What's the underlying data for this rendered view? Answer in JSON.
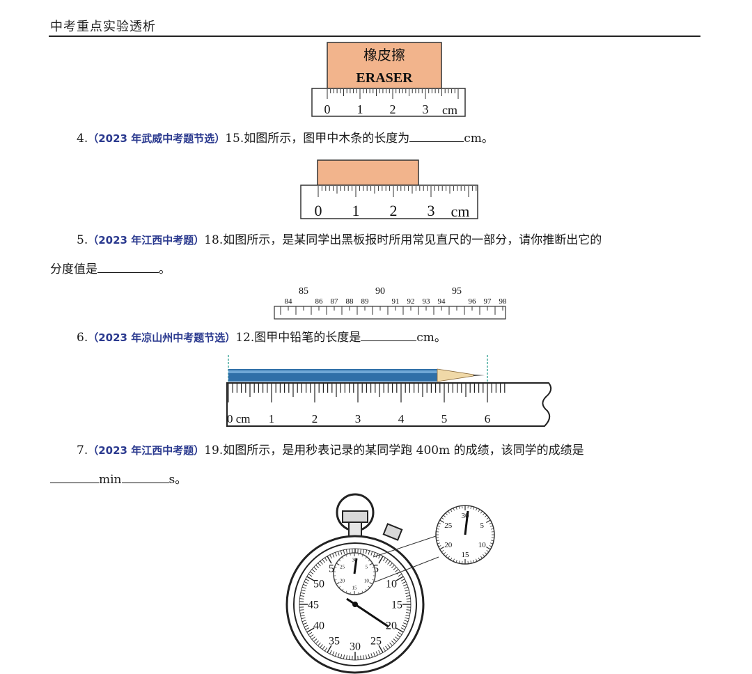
{
  "header": {
    "title": "中考重点实验透析"
  },
  "fig_eraser": {
    "label_cn": "橡皮擦",
    "label_en": "ERASER",
    "ruler_labels": [
      "0",
      "1",
      "2",
      "3"
    ],
    "unit": "cm"
  },
  "q4": {
    "number": "4.",
    "source": "（2023 年武威中考题节选）",
    "text_before": "15.如图所示，图甲中木条的长度为",
    "text_after": "cm。"
  },
  "fig_wood": {
    "ruler_labels": [
      "0",
      "1",
      "2",
      "3"
    ],
    "unit": "cm"
  },
  "q5": {
    "number": "5.",
    "source": "（2023 年江西中考题）",
    "text_line1": "18.如图所示，是某同学出黑板报时所用常见直尺的一部分，请你推断出它的",
    "text_line2_before": "分度值是",
    "text_line2_after": "。"
  },
  "fig_ruler": {
    "upper_labels": [
      "85",
      "90",
      "95"
    ],
    "lower_labels": [
      "84",
      "86",
      "87",
      "88",
      "89",
      "91",
      "92",
      "93",
      "94",
      "96",
      "97",
      "98"
    ]
  },
  "q6": {
    "number": "6.",
    "source": "（2023 年凉山州中考题节选）",
    "text_before": "12.图甲中铅笔的长度是",
    "text_after": "cm。"
  },
  "fig_pencil": {
    "ruler_labels": [
      "0 cm",
      "1",
      "2",
      "3",
      "4",
      "5",
      "6"
    ]
  },
  "q7": {
    "number": "7.",
    "source": "（2023 年江西中考题）",
    "text_line1": "19.如图所示，是用秒表记录的某同学跑 400m 的成绩，该同学的成绩是",
    "unit_min": "min",
    "unit_s": "s。"
  },
  "fig_stopwatch": {
    "dial_labels": [
      "55",
      "5",
      "50",
      "10",
      "45",
      "15",
      "40",
      "20",
      "35",
      "30",
      "25"
    ],
    "zoom_labels": [
      "30",
      "5",
      "25",
      "20",
      "10",
      "15"
    ],
    "mini_labels": [
      "30",
      "5",
      "25",
      "10",
      "20",
      "15"
    ]
  }
}
